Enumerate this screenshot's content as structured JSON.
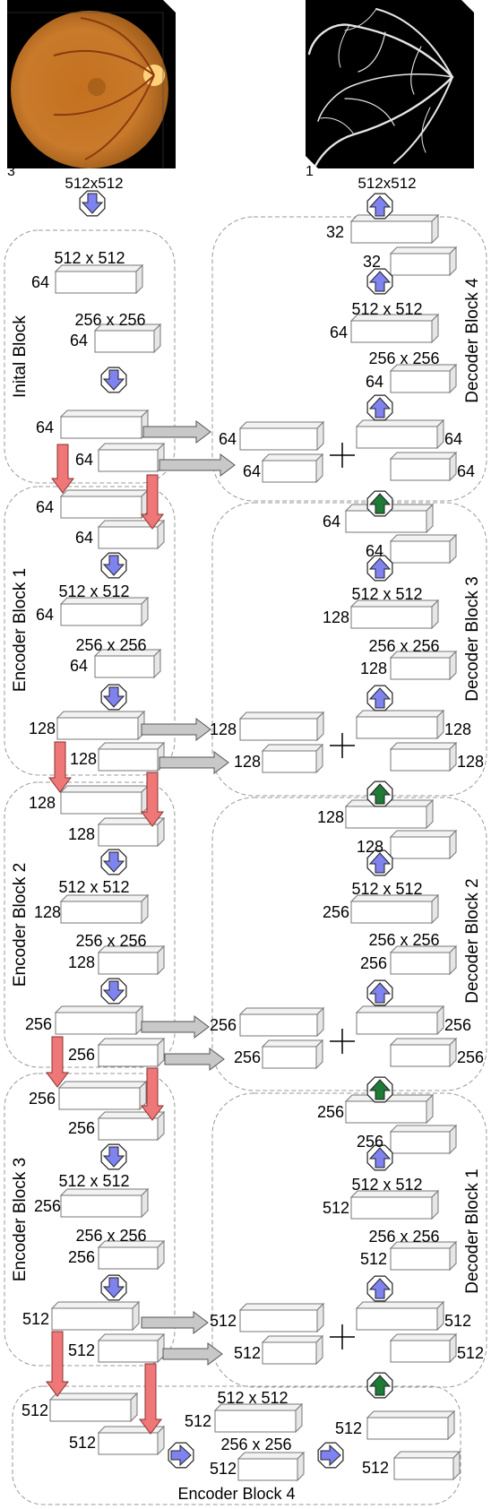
{
  "images": {
    "input": {
      "subject": "retinal fundus photograph",
      "channel_label": "3",
      "size_label": "512x512"
    },
    "output": {
      "subject": "vessel segmentation map",
      "channel_label": "1",
      "size_label": "512x512"
    }
  },
  "group_titles": {
    "initial": "Inital Block",
    "enc1": "Encoder Block 1",
    "enc2": "Encoder Block 2",
    "enc3": "Encoder Block 3",
    "enc4": "Encoder Block 4",
    "dec1": "Decoder Block 1",
    "dec2": "Decoder Block 2",
    "dec3": "Decoder Block 3",
    "dec4": "Decoder Block 4"
  },
  "labels": {
    "s512": "512 x 512",
    "s256": "256 x 256",
    "c32": "32",
    "c64": "64",
    "c128": "128",
    "c256": "256",
    "c512": "512"
  },
  "colors": {
    "box_fill": "#ffffff",
    "box_side": "#f2f2f2",
    "box_stroke": "#777777",
    "group_border": "#999999",
    "down_arrow": "#ef7777",
    "skip_arrow": "#c8c8c8",
    "pool_arrow": "#7f83f0",
    "up_arrow": "#7f83f0",
    "merge_arrow": "#1e7a34",
    "octagon_fill": "#ffffff",
    "fundus": "#c97a2a",
    "vessel": "#e6e6e6",
    "background_dark": "#000000"
  },
  "icons": {
    "maxpool": "down-arrow-icon",
    "upsample": "up-arrow-icon",
    "merge": "merge-up-arrow-icon",
    "concat": "plus-icon",
    "pool_right": "right-arrow-icon"
  }
}
